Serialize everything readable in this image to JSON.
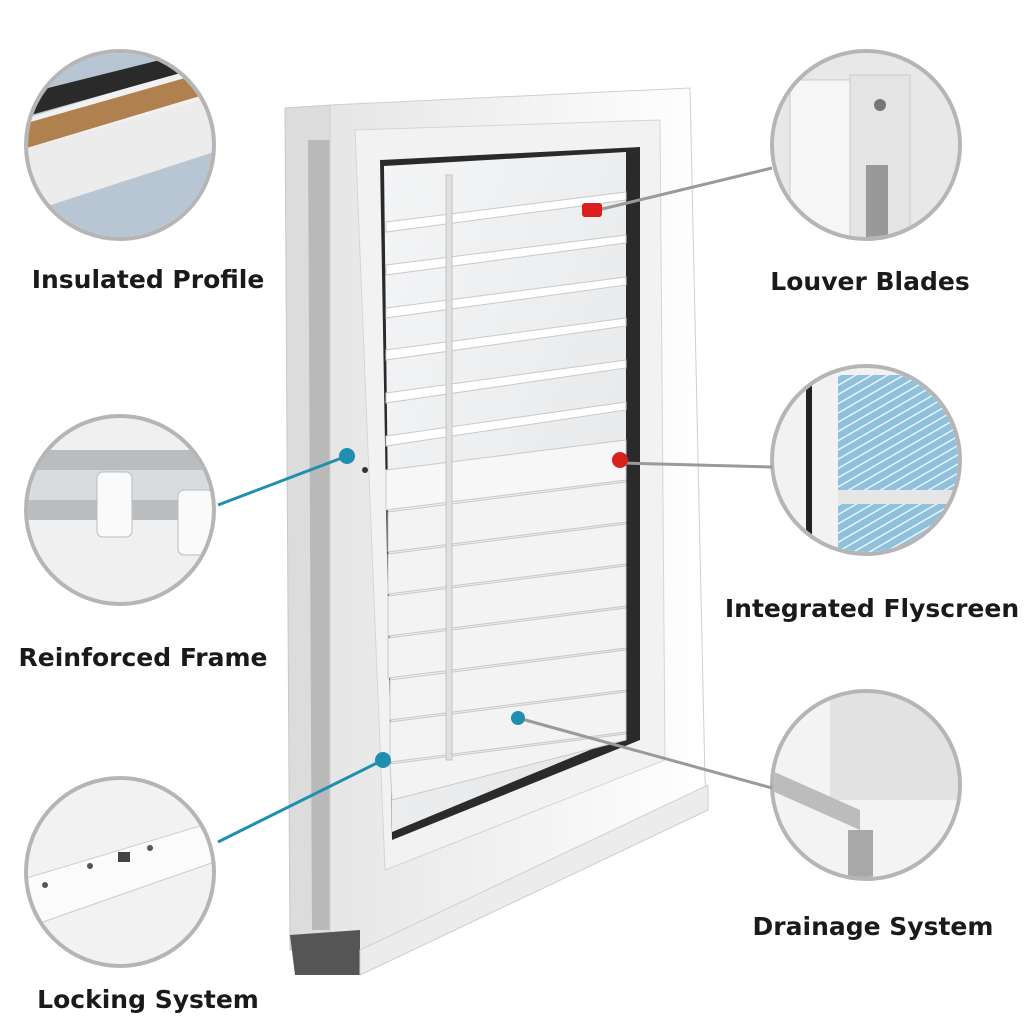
{
  "callouts": [
    {
      "id": "insulated-profile",
      "label": "Insulated Profile"
    },
    {
      "id": "reinforced-frame",
      "label": "Reinforced Frame"
    },
    {
      "id": "locking-system",
      "label": "Locking System"
    },
    {
      "id": "louver-blades",
      "label": "Louver Blades"
    },
    {
      "id": "integrated-flyscreen",
      "label": "Integrated Flyscreen"
    },
    {
      "id": "drainage-system",
      "label": "Drainage System"
    }
  ],
  "colors": {
    "callout_blue": "#1f8fb0",
    "callout_gray": "#9a9a9a",
    "marker_red": "#d8201f",
    "circle_border": "#b5b5b5",
    "flyscreen_blue": "#7fb3d1"
  }
}
